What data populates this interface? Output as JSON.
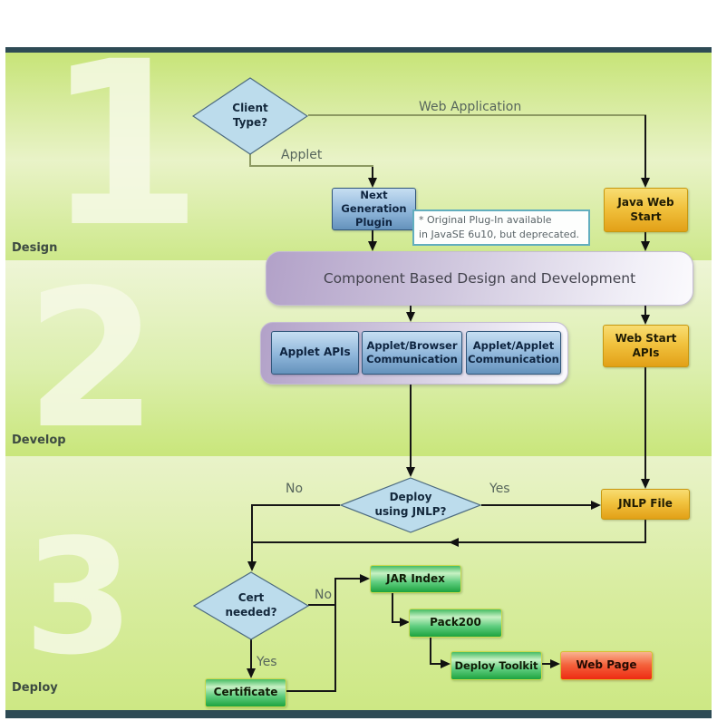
{
  "bands": [
    {
      "numeral": "1",
      "label": "Design"
    },
    {
      "numeral": "2",
      "label": "Develop"
    },
    {
      "numeral": "3",
      "label": "Deploy"
    }
  ],
  "nodes": {
    "client_type": {
      "label": "Client\nType?"
    },
    "next_generation_plugin": {
      "label": "Next\nGeneration\nPlugin"
    },
    "java_web_start": {
      "label": "Java Web\nStart"
    },
    "component_based": {
      "label": "Component Based Design and Development"
    },
    "applet_apis": {
      "label": "Applet APIs"
    },
    "applet_browser_communication": {
      "label": "Applet/Browser\nCommunication"
    },
    "applet_applet_communication": {
      "label": "Applet/Applet\nCommunication"
    },
    "web_start_apis": {
      "label": "Web Start\nAPIs"
    },
    "deploy_using_jnlp": {
      "label": "Deploy\nusing JNLP?"
    },
    "jnlp_file": {
      "label": "JNLP File"
    },
    "cert_needed": {
      "label": "Cert\nneeded?"
    },
    "certificate": {
      "label": "Certificate"
    },
    "jar_index": {
      "label": "JAR Index"
    },
    "pack200": {
      "label": "Pack200"
    },
    "deploy_toolkit": {
      "label": "Deploy Toolkit"
    },
    "web_page": {
      "label": "Web Page"
    }
  },
  "edge_labels": {
    "client_web": "Web  Application",
    "client_applet": "Applet",
    "jnlp_no": "No",
    "jnlp_yes": "Yes",
    "cert_no": "No",
    "cert_yes": "Yes"
  },
  "note": {
    "line1": "* Original Plug-In available",
    "line2": "in JavaSE 6u10,  but deprecated."
  },
  "colors": {
    "frame_bar": "#2e4b55",
    "gold_box": "#eab022",
    "blue_box": "#7fa8cf",
    "green_box": "#2cab4c",
    "red_box": "#ee2b12",
    "purple_panel": "#b4a3c9",
    "diamond_fill": "#bcdcec",
    "note_border": "#62aebe"
  }
}
